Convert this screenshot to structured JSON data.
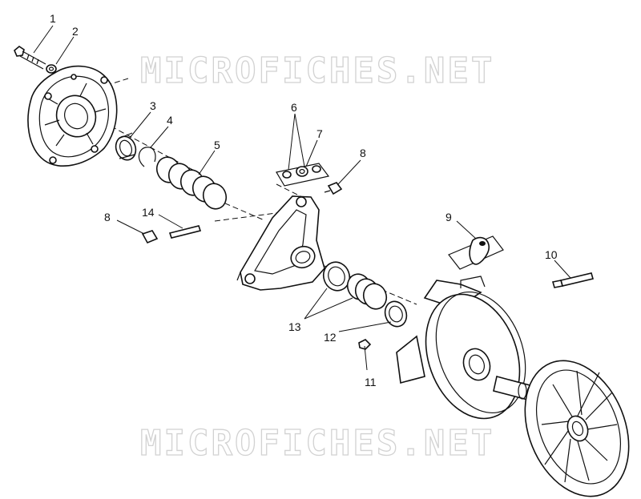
{
  "watermark": {
    "top": "MICROFICHES.NET",
    "bottom": "MICROFICHES.NET"
  },
  "callouts": {
    "c1": "1",
    "c2": "2",
    "c3": "3",
    "c4": "4",
    "c5": "5",
    "c6": "6",
    "c7": "7",
    "c8a": "8",
    "c8b": "8",
    "c9": "9",
    "c10": "10",
    "c11": "11",
    "c12": "12",
    "c13": "13",
    "c14": "14"
  },
  "colors": {
    "line": "#111111",
    "watermark": "#d2d2d2",
    "background": "#ffffff"
  }
}
